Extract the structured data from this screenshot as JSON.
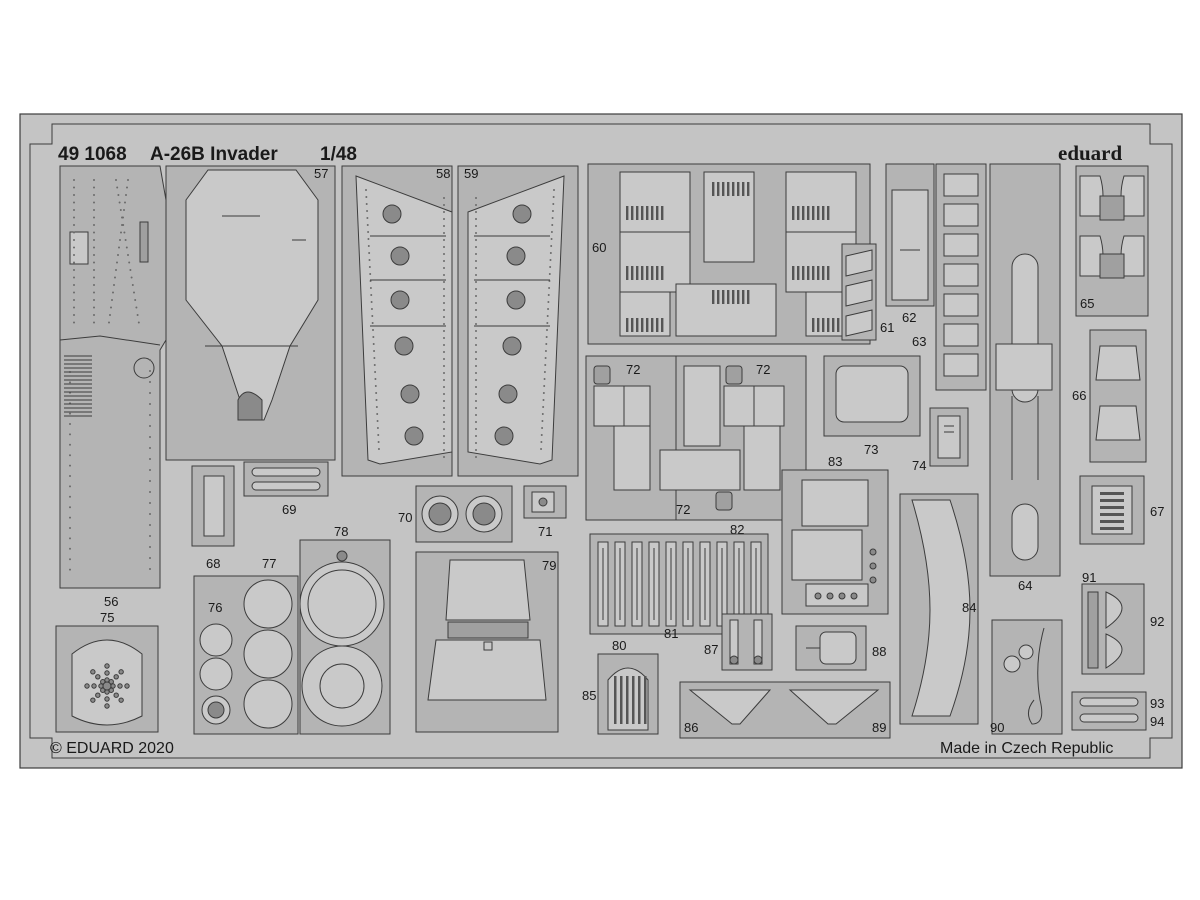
{
  "header": {
    "product_number": "49 1068",
    "product_name": "A-26B Invader",
    "scale": "1/48",
    "brand": "eduard"
  },
  "footer": {
    "copyright": "© EDUARD 2020",
    "origin": "Made in Czech Republic"
  },
  "part_numbers": {
    "p56": "56",
    "p57": "57",
    "p58": "58",
    "p59": "59",
    "p60": "60",
    "p61": "61",
    "p62": "62",
    "p63": "63",
    "p64": "64",
    "p65": "65",
    "p66": "66",
    "p67": "67",
    "p68": "68",
    "p69": "69",
    "p70": "70",
    "p71": "71",
    "p72a": "72",
    "p72b": "72",
    "p72c": "72",
    "p73": "73",
    "p74": "74",
    "p75": "75",
    "p76": "76",
    "p77": "77",
    "p78": "78",
    "p79": "79",
    "p80": "80",
    "p81": "81",
    "p82": "82",
    "p83": "83",
    "p84": "84",
    "p85": "85",
    "p86": "86",
    "p87": "87",
    "p88": "88",
    "p89": "89",
    "p90": "90",
    "p91": "91",
    "p92": "92",
    "p93": "93",
    "p94": "94"
  },
  "colors": {
    "fret": "#c4c4c4",
    "parts": "#b4b4b4",
    "outline": "#3c3c3c",
    "text": "#1a1a1a"
  }
}
